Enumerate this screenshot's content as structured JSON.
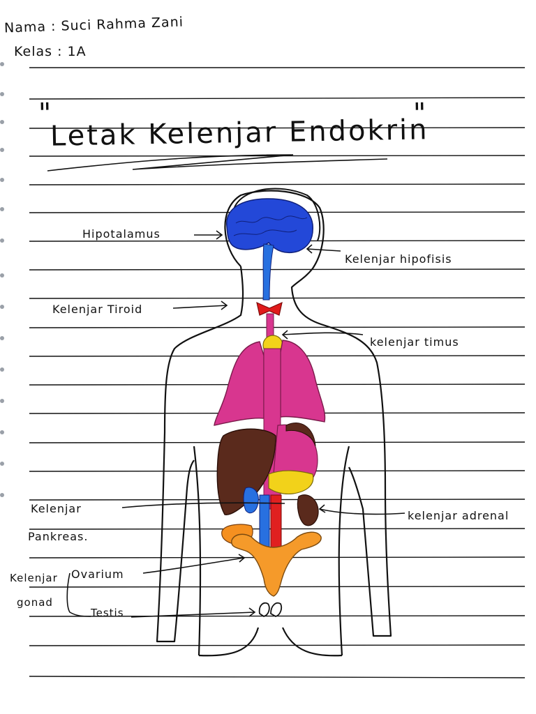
{
  "header": {
    "name_line": "Nama : Suci Rahma Zani",
    "class_line": "Kelas : 1A"
  },
  "title": {
    "open_quote": "\"",
    "text": "Letak Kelenjar Endokrin",
    "close_quote": "\""
  },
  "labels": {
    "hipotalamus": "Hipotalamus",
    "hipofisis": "Kelenjar hipofisis",
    "tiroid": "Kelenjar Tiroid",
    "timus": "kelenjar timus",
    "pankreas_line1": "Kelenjar",
    "pankreas_line2": "Pankreas.",
    "adrenal": "kelenjar adrenal",
    "gonad_line1": "Kelenjar",
    "gonad_line2": "gonad",
    "ovarium": "Ovarium",
    "testis": "Testis"
  },
  "colors": {
    "ink": "#111111",
    "ruled_line": "#000000",
    "brain": "#2348d8",
    "tiroid": "#e01b1b",
    "timus": "#f2d21a",
    "lungs": "#d8368f",
    "liver": "#5a2a1c",
    "pancreas": "#f59020",
    "uterus": "#f59a2a",
    "vessel_blue": "#2870e0",
    "vessel_red": "#e02020"
  }
}
